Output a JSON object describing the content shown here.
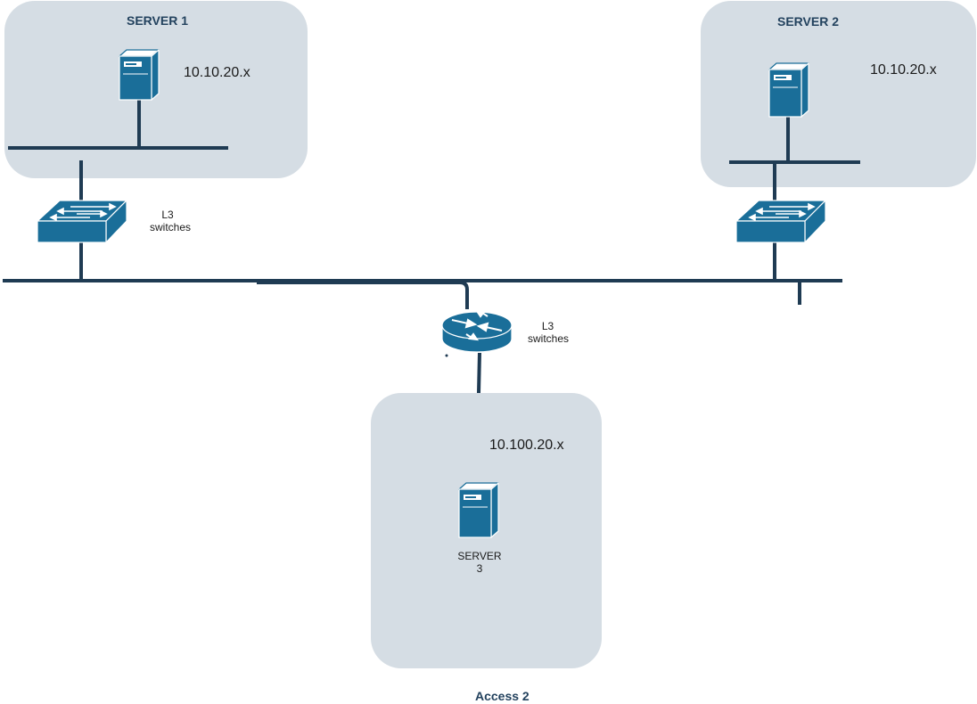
{
  "zones": {
    "server1": {
      "title": "SERVER 1",
      "subnet": "10.10.20.x"
    },
    "server2": {
      "title": "SERVER 2",
      "subnet": "10.10.20.x"
    },
    "access2": {
      "subnet": "10.100.20.x",
      "server_label_line1": "SERVER",
      "server_label_line2": "3",
      "caption": "Access 2"
    }
  },
  "labels": {
    "switch_label_line1": "L3",
    "switch_label_line2": "switches",
    "router_label_line1": "L3",
    "router_label_line2": "switches"
  },
  "colors": {
    "zone_fill": "#d5dde4",
    "line": "#1f3b53",
    "device_fill": "#1a6e99",
    "title_text": "#23425e"
  },
  "icons": [
    "server-icon",
    "switch-icon",
    "router-icon"
  ]
}
